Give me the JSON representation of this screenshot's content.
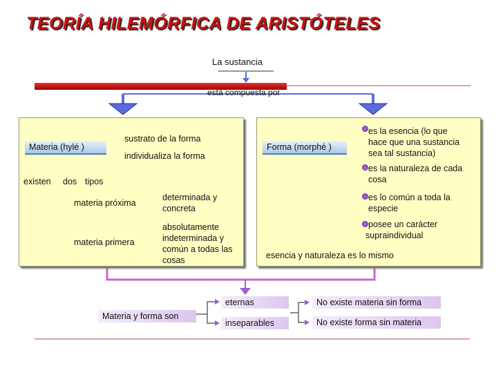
{
  "title": "TEORÍA HILEMÓRFICA DE ARISTÓTELES",
  "root": {
    "label": "La sustancia",
    "connector": "está compuesta por"
  },
  "materia": {
    "label": "Materia (hylé  )",
    "branches": [
      "sustrato de la forma",
      "individualiza la forma"
    ],
    "types_label": [
      "existen",
      "dos",
      "tipos"
    ],
    "proxima": {
      "label": "materia próxima",
      "desc": [
        "determinada y",
        "concreta"
      ]
    },
    "primera": {
      "label": "materia primera",
      "desc": [
        "absolutamente",
        "indeterminada y",
        "común a todas las",
        "cosas"
      ]
    }
  },
  "forma": {
    "label": "Forma (morphé  )",
    "items": [
      [
        "es la esencia (lo que",
        "hace que una sustancia",
        "sea tal sustancia)"
      ],
      [
        "es la naturaleza de cada",
        "cosa"
      ],
      [
        "es lo común a toda la",
        "especie"
      ],
      [
        "posee un carácter",
        "supraindividual"
      ]
    ],
    "conclusion": "esencia y naturaleza es lo mismo"
  },
  "union": {
    "label": "Materia y forma son",
    "eternas": "eternas",
    "eternas_note": "No existe materia sin forma",
    "inseparables": "inseparables",
    "inseparables_note": "No existe forma sin materia"
  },
  "colors": {
    "title": "#cc1111",
    "panel": "#ffffc4",
    "arrow_blue": "#5a6cdc",
    "purple": "#9b5fd0",
    "red_bar": "#cc0000"
  }
}
